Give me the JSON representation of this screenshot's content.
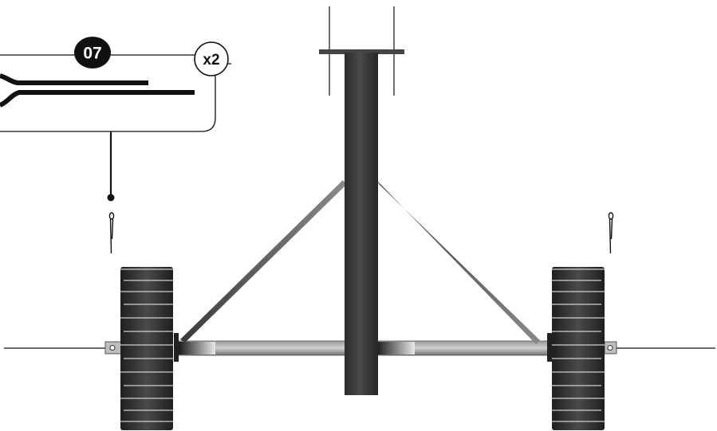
{
  "callout": {
    "part_number": "07",
    "quantity": "x2",
    "part_icon": "cotter-pin-icon"
  },
  "assembly": {
    "wheels": 2,
    "cotter_pins": 2
  },
  "colors": {
    "line": "#111111",
    "badge": "#111111",
    "badge_text": "#ffffff",
    "pole": "#3a3a3a",
    "axle": "#7a7a7a",
    "tire": "#2e2e2e"
  }
}
